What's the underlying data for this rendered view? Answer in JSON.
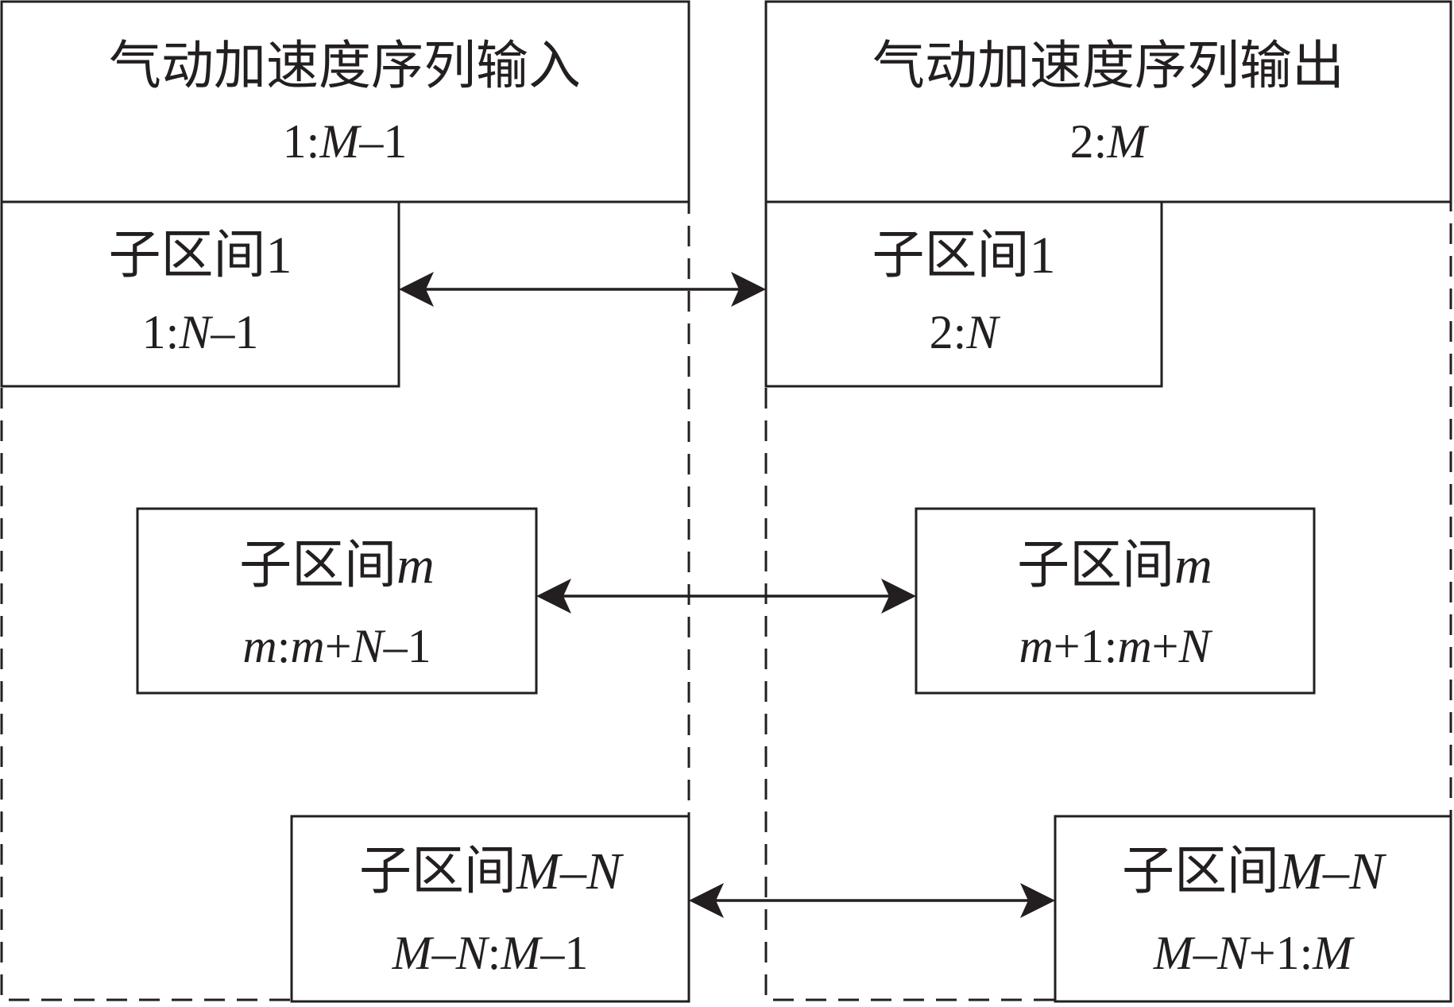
{
  "input_header": {
    "title": "气动加速度序列输入",
    "range_a": "1:",
    "range_b": "M",
    "range_c": "–1"
  },
  "output_header": {
    "title": "气动加速度序列输出",
    "range_a": "2:",
    "range_b": "M"
  },
  "left_sub1": {
    "label_a": "子区间1",
    "range_a": "1:",
    "range_b": "N",
    "range_c": "–1"
  },
  "right_sub1": {
    "label_a": "子区间1",
    "range_a": "2:",
    "range_b": "N"
  },
  "left_subm": {
    "label_a": "子区间",
    "label_b": "m",
    "range_a": "m",
    "range_b": ":",
    "range_c": "m",
    "range_d": "+",
    "range_e": "N",
    "range_f": "–1"
  },
  "right_subm": {
    "label_a": "子区间",
    "label_b": "m",
    "range_a": "m",
    "range_b": "+1:",
    "range_c": "m",
    "range_d": "+",
    "range_e": "N"
  },
  "left_subMN": {
    "label_a": "子区间",
    "label_b": "M",
    "label_c": "–",
    "label_d": "N",
    "range_a": "M",
    "range_b": "–",
    "range_c": "N",
    "range_d": ":",
    "range_e": "M",
    "range_f": "–1"
  },
  "right_subMN": {
    "label_a": "子区间",
    "label_b": "M",
    "label_c": "–",
    "label_d": "N",
    "range_a": "M",
    "range_b": "–",
    "range_c": "N",
    "range_d": "+1:",
    "range_e": "M"
  }
}
